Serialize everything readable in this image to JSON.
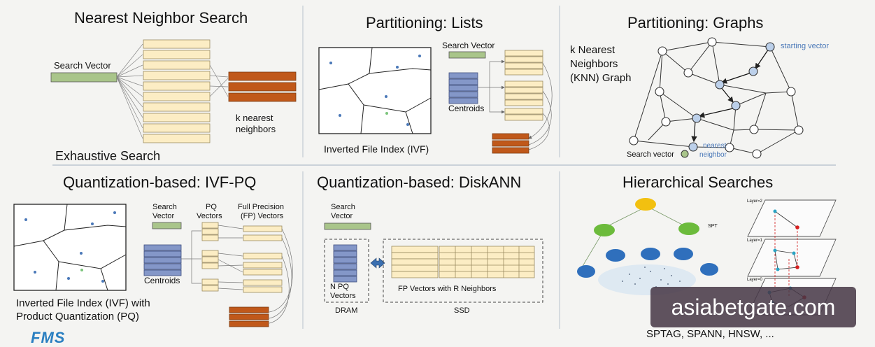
{
  "panels": {
    "p1": {
      "title": "Nearest Neighbor Search",
      "search_vector": "Search Vector",
      "knn_line1": "k nearest",
      "knn_line2": "neighbors",
      "footer": "Exhaustive Search"
    },
    "p2": {
      "title": "Partitioning: Lists",
      "search_vector": "Search Vector",
      "centroids": "Centroids",
      "caption": "Inverted File Index (IVF)"
    },
    "p3": {
      "title": "Partitioning: Graphs",
      "side_line1": "k Nearest",
      "side_line2": "Neighbors",
      "side_line3": "(KNN) Graph",
      "starting_vector": "starting vector",
      "nearest_line1": "nearest",
      "nearest_line2": "neighbor",
      "search_vector": "Search vector"
    },
    "p4": {
      "title": "Quantization-based: IVF-PQ",
      "search_line1": "Search",
      "search_line2": "Vector",
      "pq_line1": "PQ",
      "pq_line2": "Vectors",
      "fp_line1": "Full Precision",
      "fp_line2": "(FP) Vectors",
      "centroids": "Centroids",
      "caption_line1": "Inverted File Index (IVF) with",
      "caption_line2": "Product Quantization (PQ)"
    },
    "p5": {
      "title": "Quantization-based: DiskANN",
      "search_line1": "Search",
      "search_line2": "Vector",
      "npq_line1": "N PQ",
      "npq_line2": "Vectors",
      "dram": "DRAM",
      "fp_neighbors": "FP Vectors with R Neighbors",
      "ssd": "SSD"
    },
    "p6": {
      "title": "Hierarchical Searches",
      "spt": "SPT",
      "layer2": "Layer=2",
      "layer1": "Layer=1",
      "layer0": "Layer=0",
      "footer": "SPTAG, SPANN, HNSW, ..."
    }
  },
  "logo": "FMS",
  "watermark": "asiabetgate.com",
  "colors": {
    "cream": "#fcedc4",
    "orange": "#c0581a",
    "green": "#a9c58a",
    "blue": "#8497c8",
    "node_blue": "#bcd0ea",
    "accent_blue": "#4a78b8"
  }
}
